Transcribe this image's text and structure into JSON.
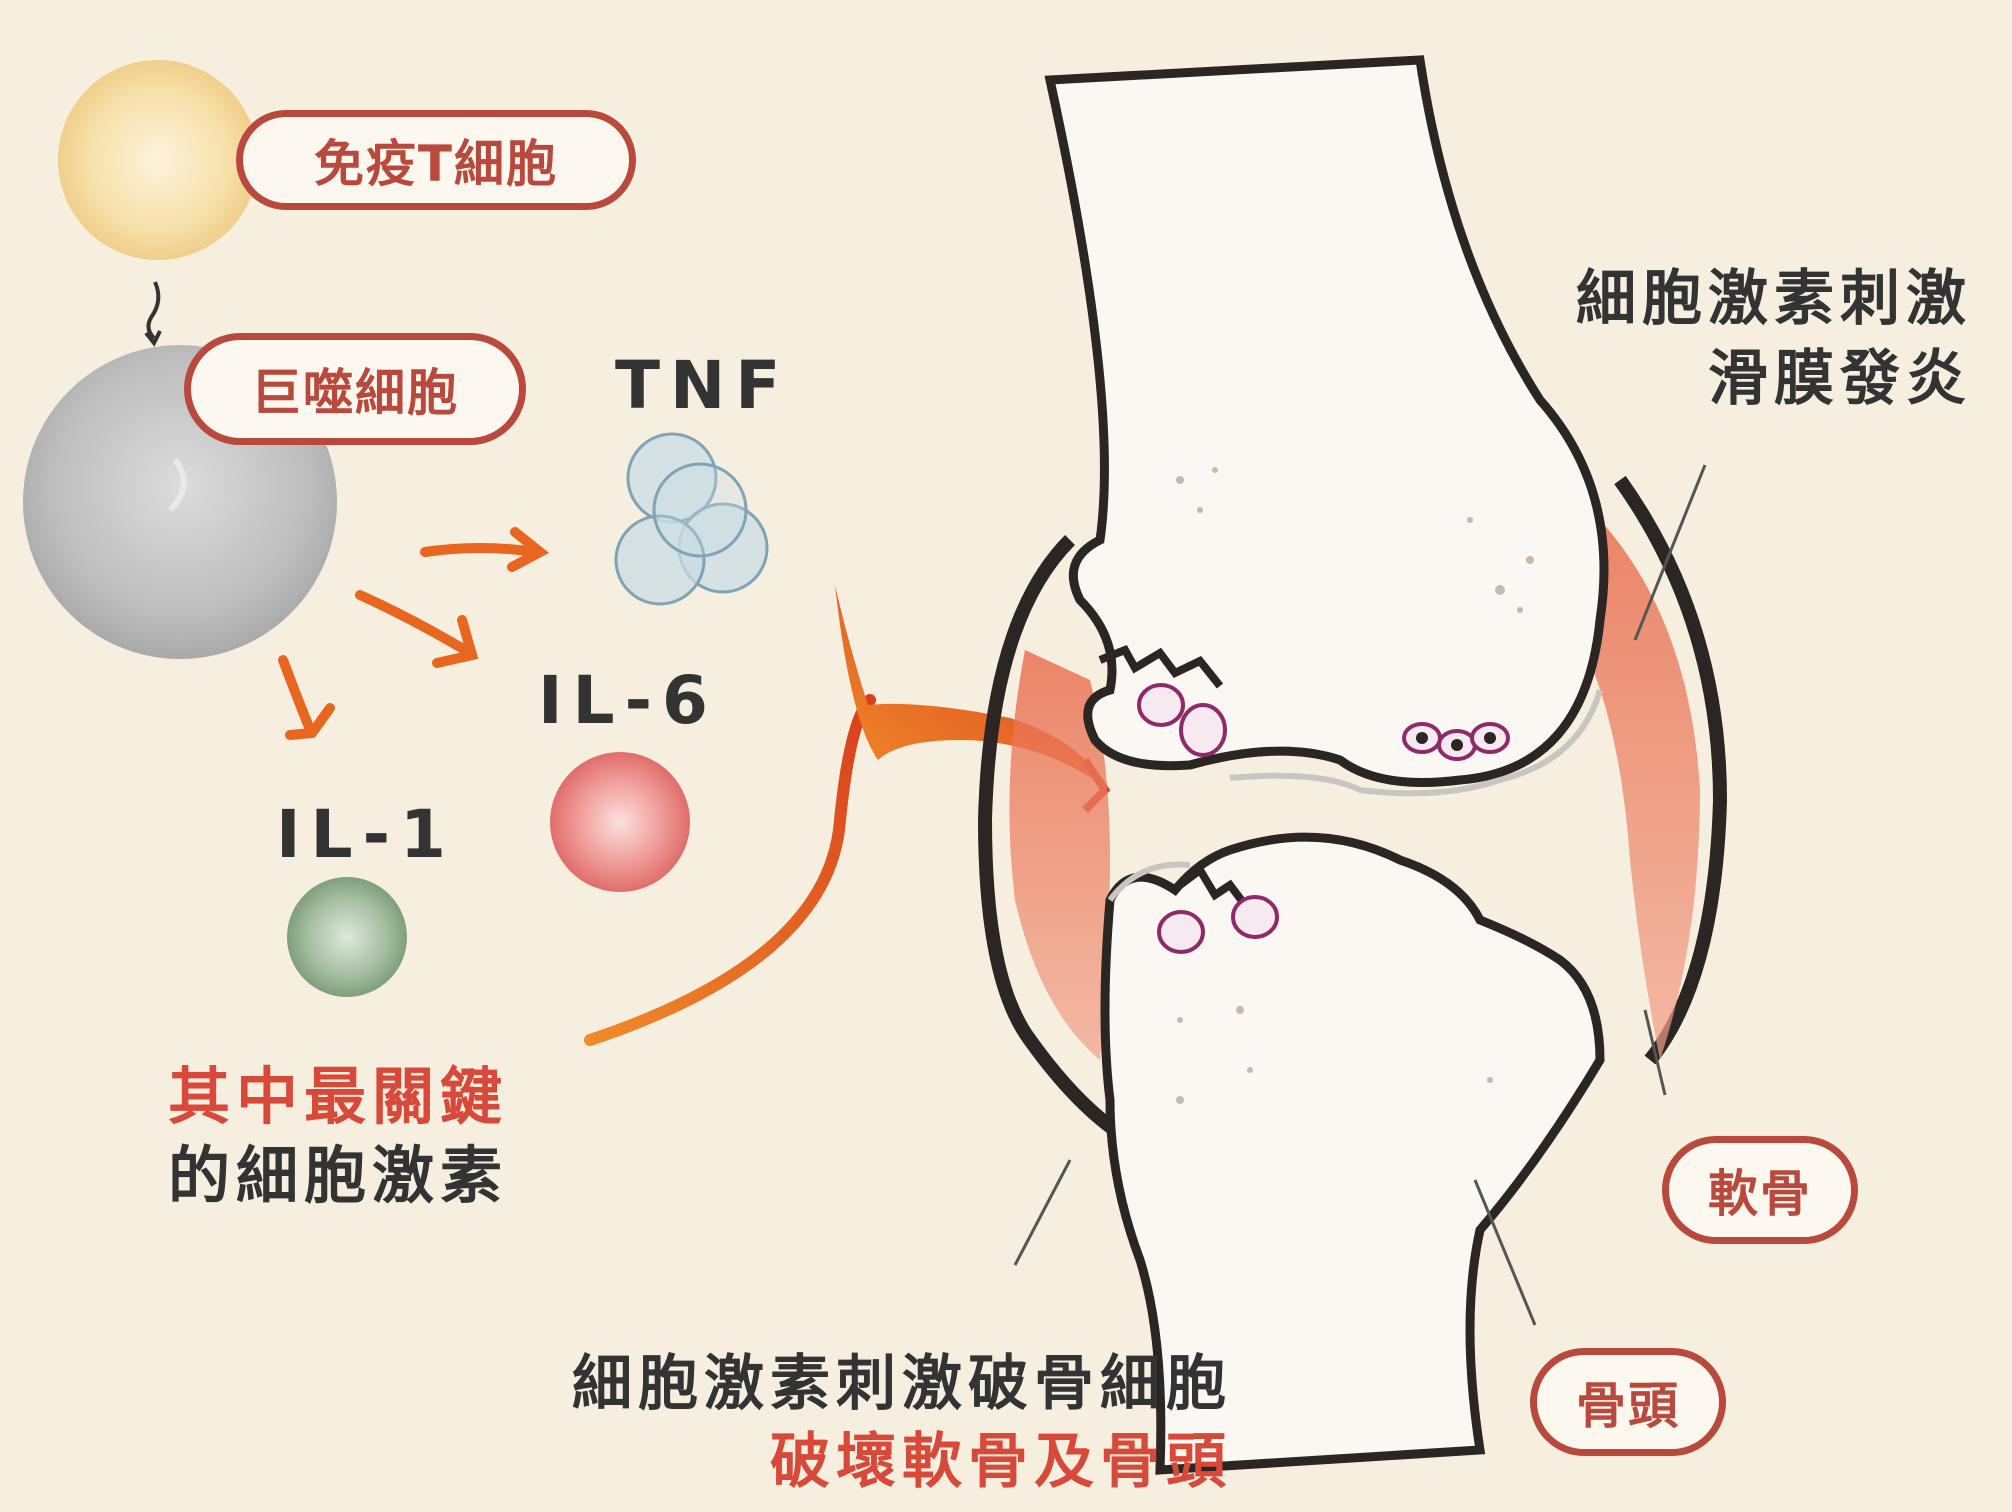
{
  "cells": {
    "t_cell": "免疫T細胞",
    "macrophage": "巨噬細胞"
  },
  "cytokines": {
    "tnf": "TNF",
    "il6": "IL-6",
    "il1": "IL-1"
  },
  "key_note": {
    "line1": "其中最關鍵",
    "line2": "的細胞激素"
  },
  "synovium_note": {
    "line1": "細胞激素刺激",
    "line2": "滑膜發炎"
  },
  "bone_note": {
    "line1": "細胞激素刺激破骨細胞",
    "line2": "破壞軟骨及骨頭"
  },
  "joint_labels": {
    "cartilage": "軟骨",
    "bone": "骨頭"
  },
  "colors": {
    "accent_red": "#d8493a",
    "pill_border": "#b8493c",
    "arrow_orange": "#e8661f",
    "text_dark": "#333333",
    "background": "#f6efe0"
  }
}
